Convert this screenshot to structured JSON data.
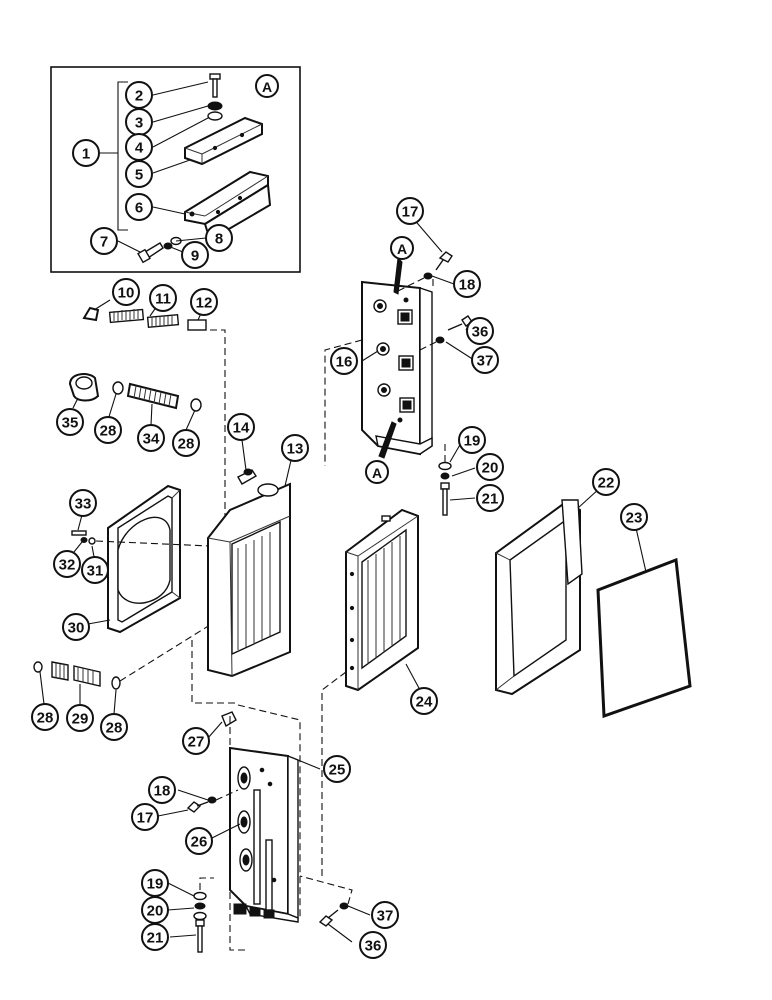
{
  "ink_color": "#111111",
  "background_color": "#ffffff",
  "inset_reference": "A",
  "callouts": [
    "1",
    "2",
    "3",
    "4",
    "5",
    "6",
    "7",
    "8",
    "9",
    "10",
    "11",
    "12",
    "13",
    "14",
    "16",
    "17",
    "18",
    "19",
    "20",
    "21",
    "22",
    "23",
    "24",
    "25",
    "26",
    "27",
    "28",
    "29",
    "30",
    "31",
    "32",
    "33",
    "34",
    "35",
    "36",
    "37"
  ],
  "reference_markers": [
    "A",
    "A",
    "A"
  ]
}
